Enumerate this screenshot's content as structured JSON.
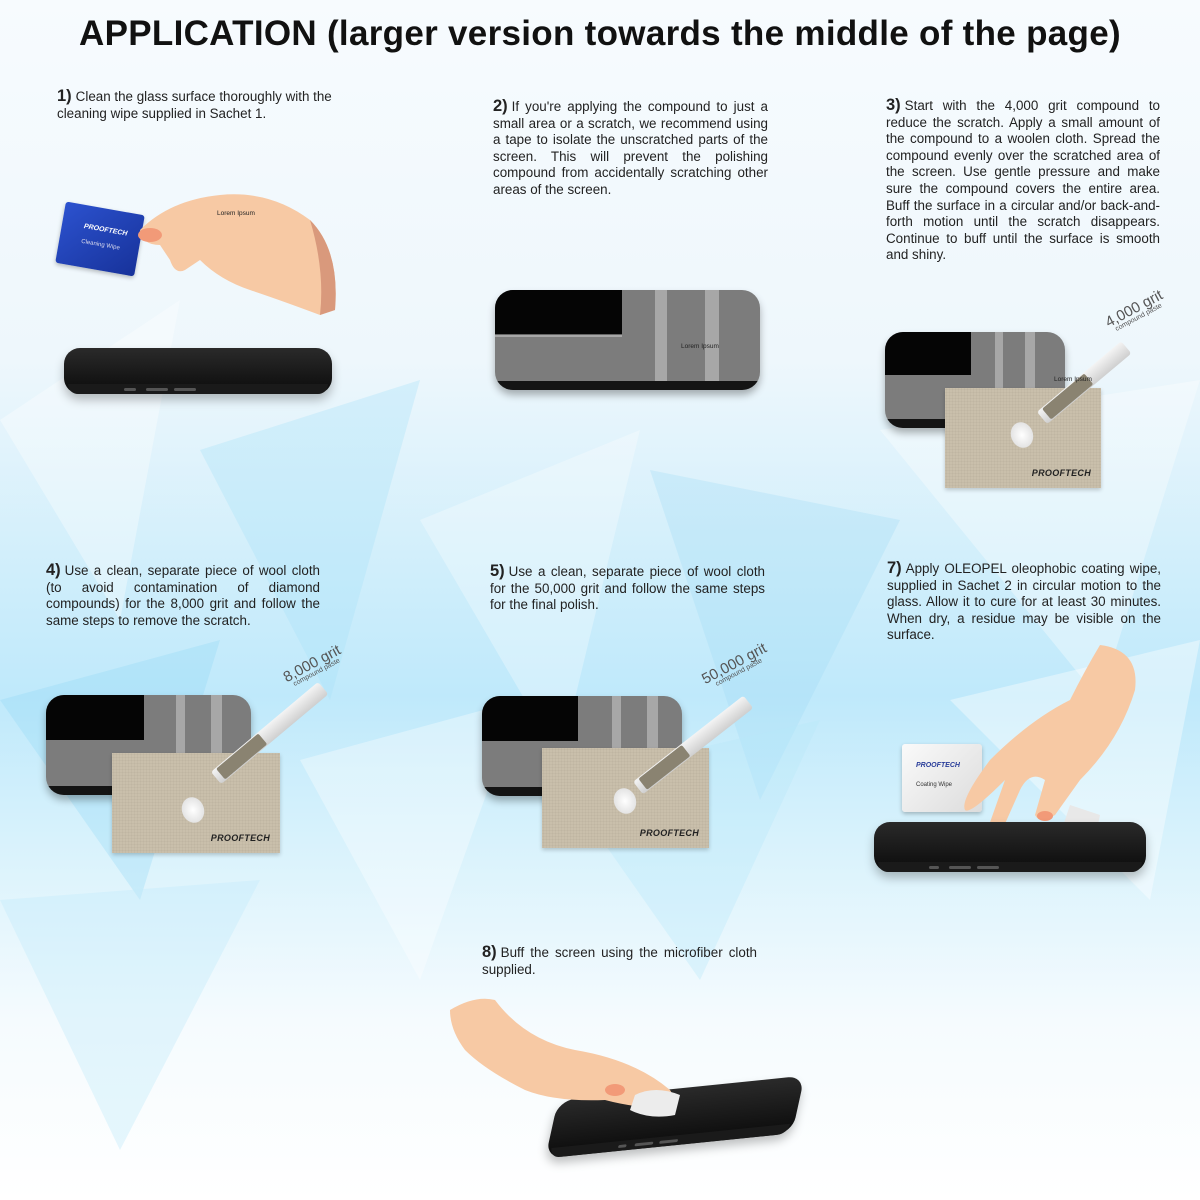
{
  "page": {
    "title": "APPLICATION  (larger version towards the middle of the page)"
  },
  "steps": [
    {
      "num": "1)",
      "text": "Clean the glass surface thoroughly with the cleaning wipe supplied in Sachet 1."
    },
    {
      "num": "2)",
      "text": "If you're applying the compound to just a small area or a scratch, we recommend using a tape to isolate the unscratched parts of the screen. This will prevent the polishing compound from accidentally scratching other areas of the screen."
    },
    {
      "num": "3)",
      "text": "Start with the 4,000 grit compound to reduce the scratch. Apply a small amount of the compound to a woolen cloth. Spread the compound evenly over the scratched area of the screen. Use gentle pressure and make sure the compound covers the entire area. Buff the surface in a circular and/or back-and-forth motion until the scratch disappears. Continue to buff until the surface is smooth and shiny."
    },
    {
      "num": "4)",
      "text": "Use a clean, separate piece of wool cloth (to avoid contamination of diamond compounds) for the 8,000 grit and follow the same steps to remove the scratch."
    },
    {
      "num": "5)",
      "text": "Use a clean, separate piece of wool cloth for the 50,000 grit and follow the same steps for the final polish."
    },
    {
      "num": "7)",
      "text": "Apply OLEOPEL oleophobic coating wipe, supplied in Sachet 2 in circular motion to the glass. Allow it to cure for at least 30 minutes. When dry, a residue may be visible on the surface."
    },
    {
      "num": "8)",
      "text": "Buff the screen using the microfiber cloth supplied."
    }
  ],
  "illustrations": {
    "step1": {
      "sachet_brand": "PROOFTECH",
      "sachet_label": "Cleaning Wipe",
      "placeholder": "Lorem Ipsum"
    },
    "step2": {
      "placeholder": "Lorem Ipsum"
    },
    "step3": {
      "grit": "4,000 grit",
      "sub": "compound paste",
      "cloth_brand": "PROOFTECH",
      "placeholder": "Lorem Ipsum"
    },
    "step4": {
      "grit": "8,000 grit",
      "sub": "compound paste",
      "cloth_brand": "PROOFTECH"
    },
    "step5": {
      "grit": "50,000 grit",
      "sub": "compound paste",
      "cloth_brand": "PROOFTECH"
    },
    "step7": {
      "sachet_brand": "PROOFTECH",
      "sachet_label": "Coating Wipe"
    }
  },
  "colors": {
    "sachet_blue": "#1f3fb0",
    "cloth": "#c9bfab",
    "skin": "#f7c9a4",
    "background": "#cfeefb"
  }
}
